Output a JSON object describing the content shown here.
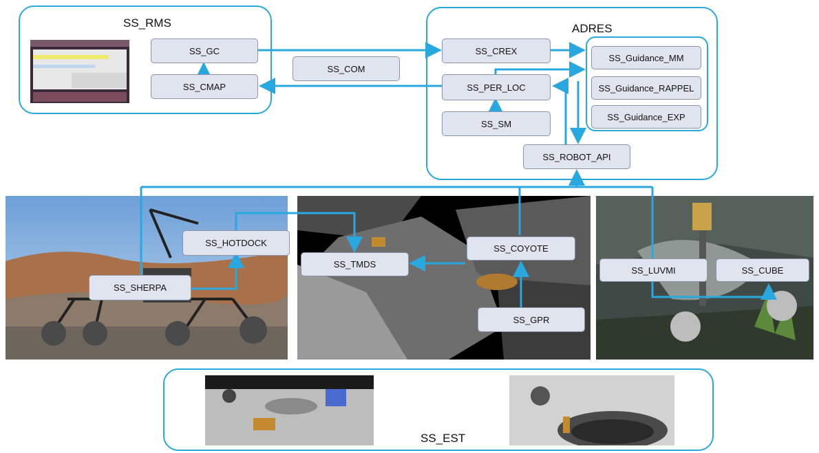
{
  "colors": {
    "accent": "#29a8e0",
    "node_fill": "#dfe4ee",
    "node_border": "#8a93a8"
  },
  "groups": {
    "rms": "SS_RMS",
    "adres": "ADRES",
    "est": "SS_EST"
  },
  "nodes": {
    "gc": "SS_GC",
    "cmap": "SS_CMAP",
    "com": "SS_COM",
    "crex": "SS_CREX",
    "per_loc": "SS_PER_LOC",
    "sm": "SS_SM",
    "robot_api": "SS_ROBOT_API",
    "guidance_mm": "SS_Guidance_MM",
    "guidance_rappel": "SS_Guidance_RAPPEL",
    "guidance_exp": "SS_Guidance_EXP",
    "hotdock": "SS_HOTDOCK",
    "sherpa": "SS_SHERPA",
    "tmds": "SS_TMDS",
    "coyote": "SS_COYOTE",
    "gpr": "SS_GPR",
    "luvmi": "SS_LUVMI",
    "cube": "SS_CUBE"
  },
  "images": [
    "rms-software-screenshot",
    "sherpa-rover-photo",
    "coyote-lunar-cave-render",
    "luvmi-rover-render",
    "est-lunar-surface-render-1",
    "est-lunar-surface-render-2"
  ]
}
